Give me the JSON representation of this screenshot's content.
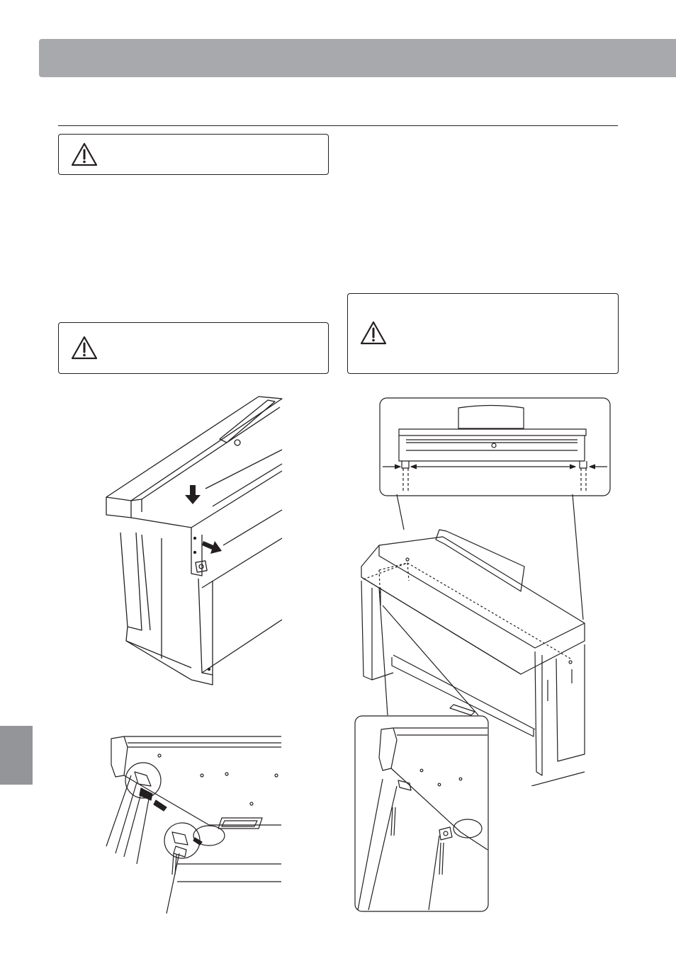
{
  "page": {
    "header_bar_color": "#a7a9ac",
    "side_tab_color": "#939598"
  },
  "cautions": [
    {
      "id": "caution-1",
      "icon": "warning-triangle-icon"
    },
    {
      "id": "caution-2",
      "icon": "warning-triangle-icon"
    },
    {
      "id": "caution-3",
      "icon": "warning-triangle-icon"
    }
  ],
  "figures": [
    {
      "id": "fig-top-board-placement",
      "icons": [
        "down-arrow-icon",
        "slide-arrow-icon"
      ]
    },
    {
      "id": "fig-bracket-detail"
    },
    {
      "id": "fig-front-view-spacing"
    },
    {
      "id": "fig-assembled-piano"
    },
    {
      "id": "fig-screw-detail"
    }
  ]
}
